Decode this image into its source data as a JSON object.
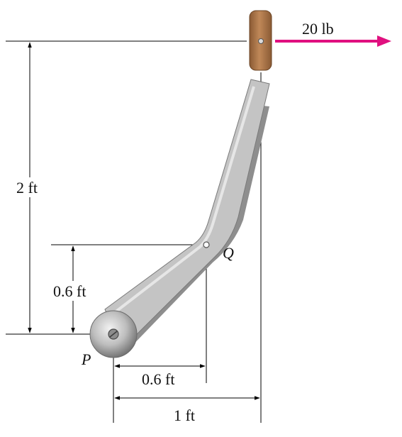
{
  "force": {
    "label": "20 lb",
    "color": "#e0107f"
  },
  "dimensions": {
    "height_total": "2 ft",
    "height_q": "0.6 ft",
    "horizontal_q": "0.6 ft",
    "horizontal_total": "1 ft"
  },
  "points": {
    "p": "P",
    "q": "Q"
  },
  "colors": {
    "lever_face": "#c4c4c4",
    "lever_highlight": "#e2e2e2",
    "lever_shadow": "#8e8e8e",
    "handle": "#b0794a",
    "handle_dark": "#7e5230",
    "pivot": "#9a9a9a"
  }
}
